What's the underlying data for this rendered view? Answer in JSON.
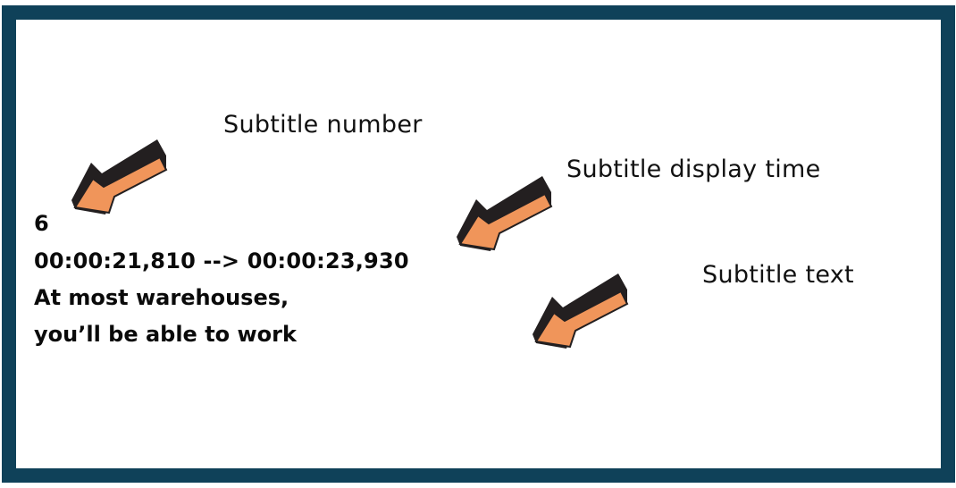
{
  "diagram": {
    "frame_color": "#0f4159",
    "arrow_fill": "#f0955a",
    "arrow_shadow": "#231f20",
    "labels": [
      {
        "id": "number",
        "text": "Subtitle number"
      },
      {
        "id": "display_time",
        "text": "Subtitle display time"
      },
      {
        "id": "text",
        "text": "Subtitle text"
      }
    ],
    "srt_entry": {
      "index": "6",
      "timecode": "00:00:21,810 --> 00:00:23,930",
      "lines": [
        "At most warehouses,",
        "you’ll be able to work"
      ]
    },
    "arrows": [
      {
        "points_to": "subtitle number",
        "icon": "arrow-down-left"
      },
      {
        "points_to": "subtitle display time",
        "icon": "arrow-down-left"
      },
      {
        "points_to": "subtitle text",
        "icon": "arrow-down-left"
      }
    ]
  }
}
